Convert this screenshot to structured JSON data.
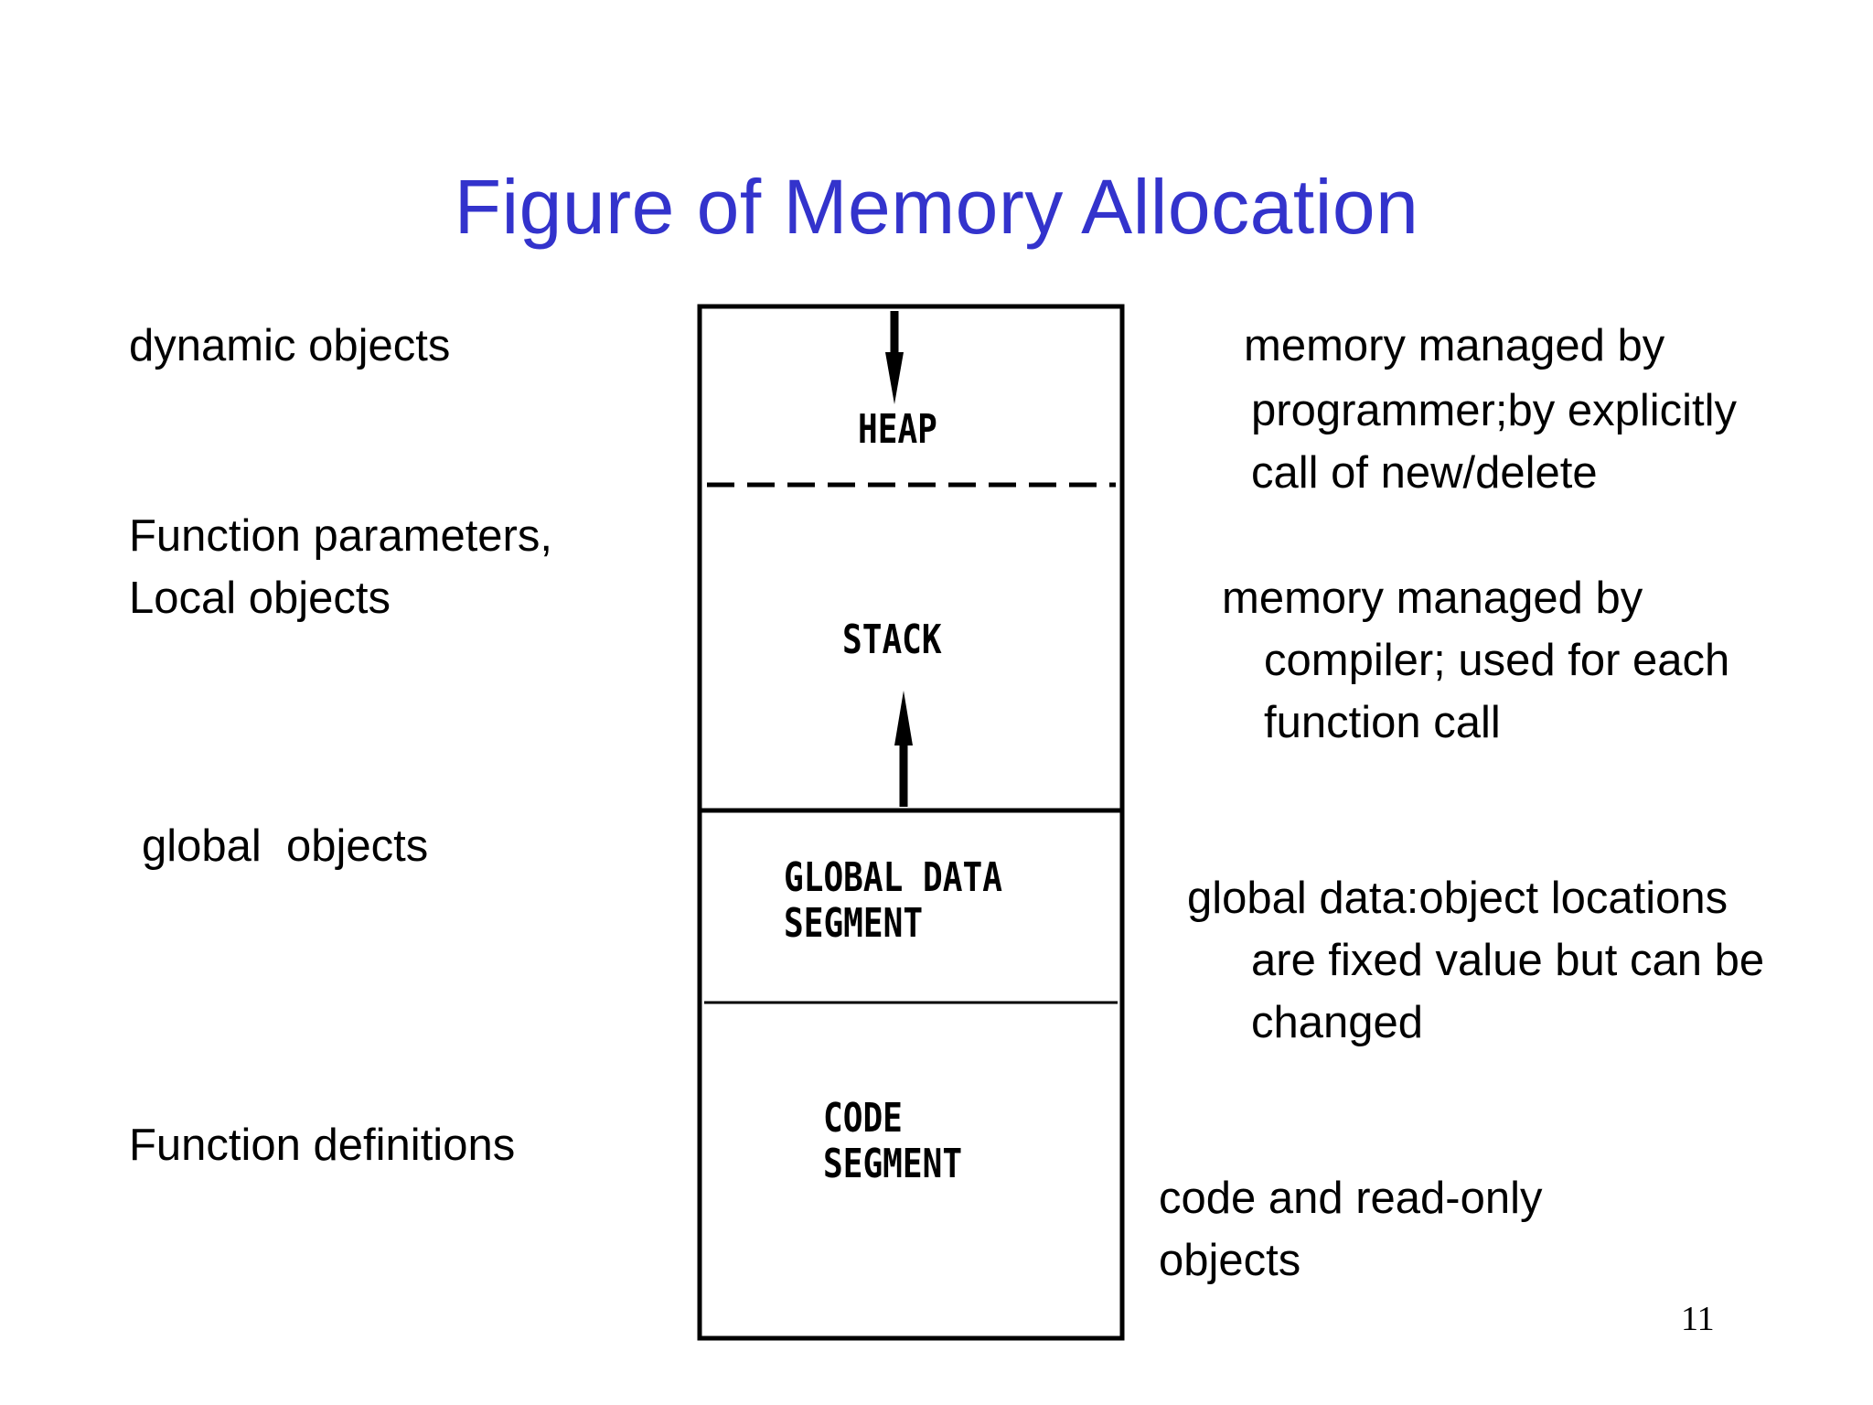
{
  "title": "Figure of Memory Allocation",
  "left_labels": {
    "heap": "dynamic objects",
    "stack_line1": "Function parameters,",
    "stack_line2": "Local objects",
    "global": "global  objects",
    "code": "Function definitions"
  },
  "segments": {
    "heap": "HEAP",
    "stack": "STACK",
    "global_line1": "GLOBAL DATA",
    "global_line2": "SEGMENT",
    "code_line1": "CODE",
    "code_line2": "SEGMENT"
  },
  "right_notes": {
    "heap": [
      "memory managed by",
      "programmer;by explicitly",
      "call of new/delete"
    ],
    "stack": [
      "memory managed by",
      "compiler; used for each",
      "function call"
    ],
    "global": [
      "global data:object locations",
      "are fixed value but can be",
      "changed"
    ],
    "code": [
      "code and read-only",
      "objects"
    ]
  },
  "page_number": "11",
  "colors": {
    "title": "#3333cc",
    "text": "#000000"
  }
}
